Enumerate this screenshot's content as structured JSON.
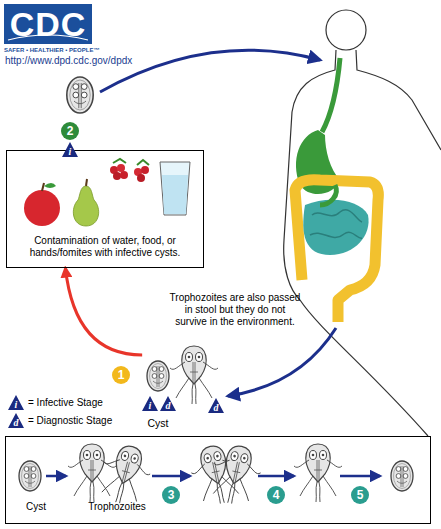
{
  "diagram": {
    "nodes": [
      {
        "text": [
          "Contamination of water, food, or hands/fomites with infective cysts."
        ]
      },
      {
        "text": [
          "Cyst"
        ]
      },
      {
        "text": [
          "Cyst",
          "Trophozoites"
        ]
      }
    ],
    "edges": [
      {
        "from": 1,
        "to": 0,
        "arrow": "to"
      }
    ],
    "labels": [
      "CDC",
      "SAFER • HEALTHIER • PEOPLE™",
      "http://www.dpd.cdc.gov/dpdx",
      "2",
      "i",
      "Trophozoites are also passed in stool but they do not survive in the environment.",
      "1",
      "i",
      "d",
      "d",
      "i",
      "d",
      "3",
      "4",
      "5"
    ],
    "legend": [
      {
        "text": "= Infective Stage"
      },
      {
        "text": "= Diagnostic Stage"
      }
    ]
  }
}
